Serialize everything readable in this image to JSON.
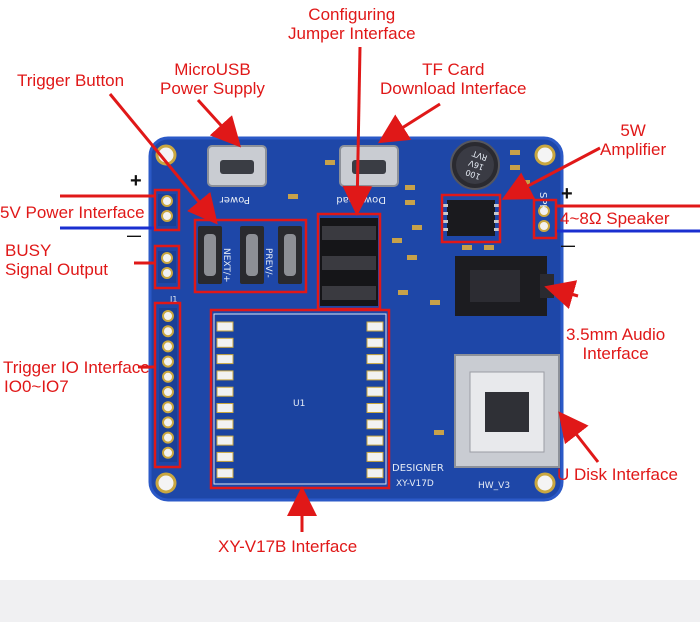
{
  "labels": {
    "configuring_jumper": [
      "Configuring",
      "Jumper Interface"
    ],
    "microusb_power": [
      "MicroUSB",
      "Power Supply"
    ],
    "tf_card_download": [
      "TF Card",
      "Download Interface"
    ],
    "trigger_button": "Trigger Button",
    "amplifier_5w": [
      "5W",
      "Amplifier"
    ],
    "power_5v": "5V Power Interface",
    "speaker": "4~8Ω Speaker",
    "busy_output": [
      "BUSY",
      "Signal Output"
    ],
    "audio_interface": [
      "3.5mm Audio",
      "Interface"
    ],
    "trigger_io": [
      "Trigger IO Interface",
      "IO0~IO7"
    ],
    "udisk_interface": "U Disk Interface",
    "xy_v17b": "XY-V17B Interface"
  },
  "signs": {
    "power_plus": "+",
    "power_minus": "—",
    "speaker_plus": "+",
    "speaker_minus": "—"
  },
  "board_silkscreen": {
    "power": "Power",
    "download": "Download",
    "designer": "DESIGNER",
    "model": "XY-V17D",
    "hw": "HW_V3",
    "chip": "U1",
    "button_labels": [
      "NEXT/+",
      "PREV/-"
    ],
    "capacitor": [
      "100",
      "16V",
      "RVT"
    ],
    "spk": "SPK",
    "io_header": "J1"
  },
  "colors": {
    "annotation": "#e01818",
    "pcb": "#1e47a8",
    "negative_line": "#1a2fd0"
  }
}
